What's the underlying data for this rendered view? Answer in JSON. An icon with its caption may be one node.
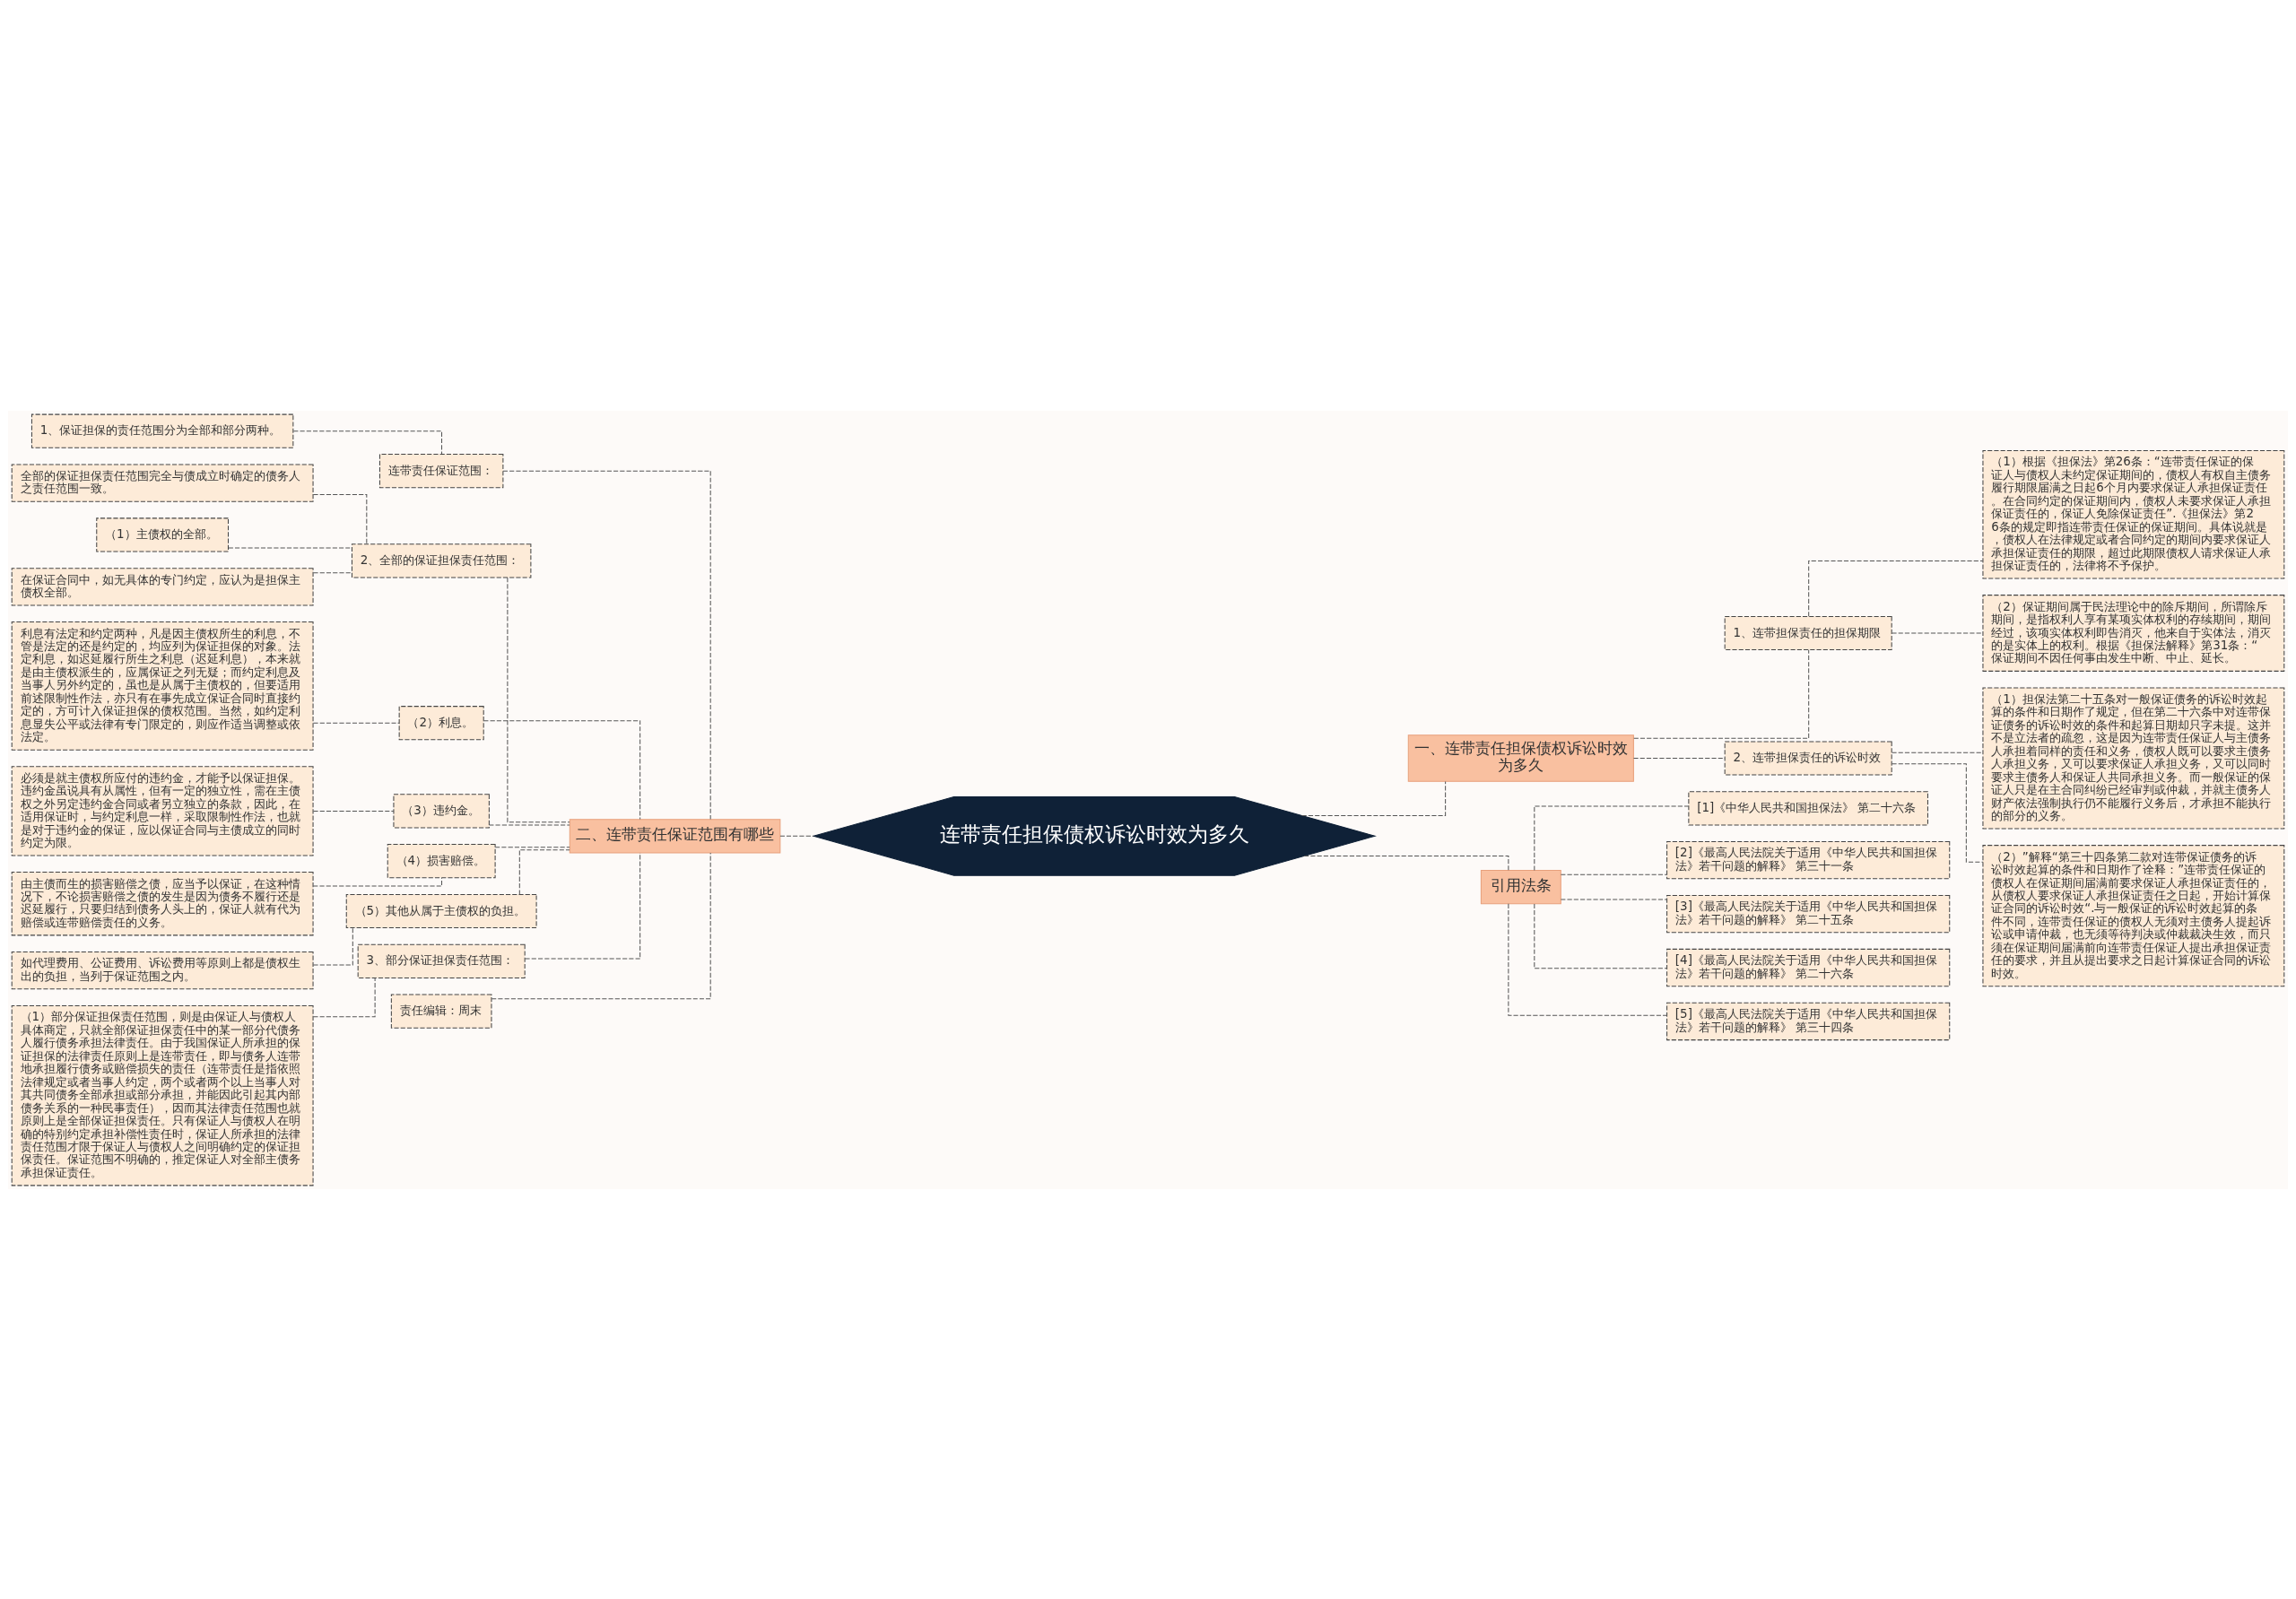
{
  "diagram": {
    "nodes": [
      {
        "text": [
          "连带责任担保债权诉讼时效为多久"
        ]
      },
      {
        "text": [
          "二、连带责任保证范围有哪些"
        ]
      },
      {
        "text": [
          "连带责任保证范围："
        ]
      },
      {
        "text": [
          "1、保证担保的责任范围分为全部和部分两种。"
        ]
      },
      {
        "text": [
          "2、全部的保证担保责任范围："
        ]
      },
      {
        "text": [
          "全部的保证担保责任范围完全与债成立时确定的债务人之责任范围一致。"
        ]
      },
      {
        "text": [
          "（1）主债权的全部。"
        ]
      },
      {
        "text": [
          "在保证合同中，如无具体的专门约定，应认为是担保主债权全部。"
        ]
      },
      {
        "text": [
          "（2）利息。"
        ]
      },
      {
        "text": [
          "利息有法定和约定两种，凡是因主债权所生的利息，不管是法定的还是约定的，均应列为保证担保的对象。法定利息，如迟延履行所生之利息（迟延利息），本来就是由主债权派生的，应属保证之列无疑；而约定利息及当事人另外约定的，虽也是从属于主债权的，但要适用前述限制性作法，亦只有在事先成立保证合同时直接约定的，方可计入保证担保的债权范围。当然，如约定利息显失公平或法律有专门限定的，则应作适当调整或依法定。"
        ]
      },
      {
        "text": [
          "（3）违约金。"
        ]
      },
      {
        "text": [
          "必须是就主债权所应付的违约金，才能予以保证担保。违约金虽说具有从属性，但有一定的独立性，需在主债权之外另定违约金合同或者另立独立的条款，因此，在适用保证时，与约定利息一样，采取限制性作法，也就是对于违约金的保证，应以保证合同与主债成立的同时约定为限。"
        ]
      },
      {
        "text": [
          "（4）损害赔偿。"
        ]
      },
      {
        "text": [
          "由主债而生的损害赔偿之债，应当予以保证，在这种情况下，不论损害赔偿之债的发生是因为债务不履行还是迟延履行，只要归结到债务人头上的，保证人就有代为赔偿或连带赔偿责任的义务。"
        ]
      },
      {
        "text": [
          "（5）其他从属于主债权的负担。"
        ]
      },
      {
        "text": [
          "如代理费用、公证费用、诉讼费用等原则上都是债权生出的负担，当列于保证范围之内。"
        ]
      },
      {
        "text": [
          "3、部分保证担保责任范围："
        ]
      },
      {
        "text": [
          "（1）部分保证担保责任范围，则是由保证人与债权人具体商定，只就全部保证担保责任中的某一部分代债务人履行债务承担法律责任。由于我国保证人所承担的保证担保的法律责任原则上是连带责任，即与债务人连带地承担履行债务或赔偿损失的责任（连带责任是指依照法律规定或者当事人约定，两个或者两个以上当事人对其共同债务全部承担或部分承担，并能因此引起其内部债务关系的一种民事责任），因而其法律责任范围也就原则上是全部保证担保责任。只有保证人与债权人在明确的特别约定承担补偿性责任时，保证人所承担的法律责任范围才限于保证人与债权人之间明确约定的保证担保责任。保证范围不明确的，推定保证人对全部主债务承担保证责任。"
        ]
      },
      {
        "text": [
          "责任编辑：周末"
        ]
      },
      {
        "text": [
          "一、连带责任担保债权诉讼时效为多久"
        ]
      },
      {
        "text": [
          "1、连带担保责任的担保期限"
        ]
      },
      {
        "text": [
          "（1）根据《担保法》第26条：“连带责任保证的保证人与债权人未约定保证期间的，债权人有权自主债务履行期限届满之日起6个月内要求保证人承担保证责任。在合同约定的保证期间内，债权人未要求保证人承担保证责任的，保证人免除保证责任”.《担保法》第26条的规定即指连带责任保证的保证期间。具体说就是，债权人在法律规定或者合同约定的期间内要求保证人承担保证责任的期限，超过此期限债权人请求保证人承担保证责任的，法律将不予保护。"
        ]
      },
      {
        "text": [
          "（2）保证期间属于民法理论中的除斥期间，所谓除斥期间，是指权利人享有某项实体权利的存续期间，期间经过，该项实体权利即告消灭，他来自于实体法，消灭的是实体上的权利。根据《担保法解释》第31条：“保证期间不因任何事由发生中断、中止、延长。"
        ]
      },
      {
        "text": [
          "2、连带担保责任的诉讼时效"
        ]
      },
      {
        "text": [
          "（1）担保法第二十五条对一般保证债务的诉讼时效起算的条件和日期作了规定，但在第二十六条中对连带保证债务的诉讼时效的条件和起算日期却只字未提。这并不是立法者的疏忽，这是因为连带责任保证人与主债务人承担着同样的责任和义务，债权人既可以要求主债务人承担义务，又可以要求保证人承担义务，又可以同时要求主债务人和保证人共同承担义务。而一般保证的保证人只是在主合同纠纷已经审判或仲裁，并就主债务人财产依法强制执行仍不能履行义务后，才承担不能执行的部分的义务。"
        ]
      },
      {
        "text": [
          "（2）”解释“第三十四条第二款对连带保证债务的诉讼时效起算的条件和日期作了诠释：”连带责任保证的债权人在保证期间届满前要求保证人承担保证责任的，从债权人要求保证人承担保证责任之日起，开始计算保证合同的诉讼时效“.与一般保证的诉讼时效起算的条件不同，连带责任保证的债权人无须对主债务人提起诉讼或申请仲裁，也无须等待判决或仲裁裁决生效，而只须在保证期间届满前向连带责任保证人提出承担保证责任的要求，并且从提出要求之日起计算保证合同的诉讼时效。"
        ]
      },
      {
        "text": [
          "引用法条"
        ]
      },
      {
        "text": [
          "[1]《中华人民共和国担保法》 第二十六条"
        ]
      },
      {
        "text": [
          "[2]《最高人民法院关于适用《中华人民共和国担保法》若干问题的解释》 第三十一条"
        ]
      },
      {
        "text": [
          "[3]《最高人民法院关于适用《中华人民共和国担保法》若干问题的解释》 第二十五条"
        ]
      },
      {
        "text": [
          "[4]《最高人民法院关于适用《中华人民共和国担保法》若干问题的解释》 第二十六条"
        ]
      },
      {
        "text": [
          "[5]《最高人民法院关于适用《中华人民共和国担保法》若干问题的解释》 第三十四条"
        ]
      }
    ],
    "edges": [
      {
        "from": 1,
        "to": 0,
        "arrow": "none",
        "style": "dashed"
      },
      {
        "from": 2,
        "to": 1,
        "arrow": "none",
        "style": "dashed"
      },
      {
        "from": 3,
        "to": 2,
        "arrow": "none",
        "style": "dashed"
      },
      {
        "from": 4,
        "to": 1,
        "arrow": "none",
        "style": "dashed"
      },
      {
        "from": 5,
        "to": 4,
        "arrow": "none",
        "style": "dashed"
      },
      {
        "from": 6,
        "to": 4,
        "arrow": "none",
        "style": "dashed"
      },
      {
        "from": 7,
        "to": 4,
        "arrow": "none",
        "style": "dashed"
      },
      {
        "from": 8,
        "to": 1,
        "arrow": "none",
        "style": "dashed"
      },
      {
        "from": 9,
        "to": 8,
        "arrow": "none",
        "style": "dashed"
      },
      {
        "from": 10,
        "to": 1,
        "arrow": "none",
        "style": "dashed"
      },
      {
        "from": 11,
        "to": 10,
        "arrow": "none",
        "style": "dashed"
      },
      {
        "from": 12,
        "to": 1,
        "arrow": "none",
        "style": "dashed"
      },
      {
        "from": 13,
        "to": 12,
        "arrow": "none",
        "style": "dashed"
      },
      {
        "from": 14,
        "to": 1,
        "arrow": "none",
        "style": "dashed"
      },
      {
        "from": 15,
        "to": 14,
        "arrow": "none",
        "style": "dashed"
      },
      {
        "from": 16,
        "to": 1,
        "arrow": "none",
        "style": "dashed"
      },
      {
        "from": 17,
        "to": 16,
        "arrow": "none",
        "style": "dashed"
      },
      {
        "from": 18,
        "to": 1,
        "arrow": "none",
        "style": "dashed"
      },
      {
        "from": 0,
        "to": 19,
        "arrow": "none",
        "style": "dashed"
      },
      {
        "from": 19,
        "to": 20,
        "arrow": "none",
        "style": "dashed"
      },
      {
        "from": 20,
        "to": 21,
        "arrow": "none",
        "style": "dashed"
      },
      {
        "from": 20,
        "to": 22,
        "arrow": "none",
        "style": "dashed"
      },
      {
        "from": 19,
        "to": 23,
        "arrow": "none",
        "style": "dashed"
      },
      {
        "from": 23,
        "to": 24,
        "arrow": "none",
        "style": "dashed"
      },
      {
        "from": 23,
        "to": 25,
        "arrow": "none",
        "style": "dashed"
      },
      {
        "from": 0,
        "to": 26,
        "arrow": "none",
        "style": "dashed"
      },
      {
        "from": 26,
        "to": 27,
        "arrow": "none",
        "style": "dashed"
      },
      {
        "from": 26,
        "to": 28,
        "arrow": "none",
        "style": "dashed"
      },
      {
        "from": 26,
        "to": 29,
        "arrow": "none",
        "style": "dashed"
      },
      {
        "from": 26,
        "to": 30,
        "arrow": "none",
        "style": "dashed"
      },
      {
        "from": 26,
        "to": 31,
        "arrow": "none",
        "style": "dashed"
      }
    ]
  }
}
